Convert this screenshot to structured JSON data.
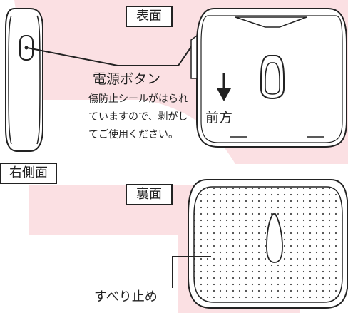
{
  "labels": {
    "front": "表面",
    "power_button": "電源ボタン",
    "note": [
      "傷防止シールがはられ",
      "ていますので、剥がし",
      "てご使用ください。"
    ],
    "forward": "前方",
    "right_side": "右側面",
    "back": "裏面",
    "non_slip": "すべり止め"
  },
  "colors": {
    "accent_watermark": "#f9d9dc",
    "line": "#222222"
  },
  "icons": [
    "arrow-down-icon",
    "power-button-icon"
  ]
}
